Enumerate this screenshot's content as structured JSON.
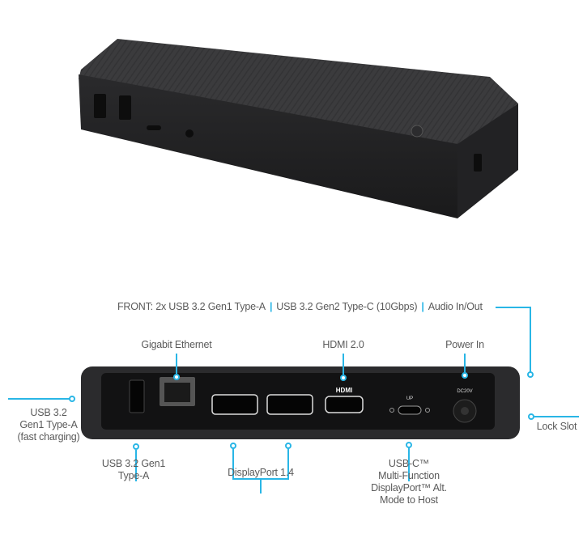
{
  "accent_color": "#29b6e6",
  "callouts": {
    "front": {
      "parts": [
        "FRONT: 2x USB 3.2 Gen1 Type-A",
        "USB 3.2 Gen2 Type-C (10Gbps)",
        "Audio In/Out"
      ]
    },
    "ethernet": "Gigabit Ethernet",
    "hdmi": "HDMI 2.0",
    "power": "Power In",
    "usb_left": {
      "lines": [
        "USB 3.2",
        "Gen1 Type-A",
        "(fast charging)"
      ]
    },
    "lock": "Lock Slot",
    "usb_bottom": {
      "lines": [
        "USB 3.2 Gen1",
        "Type-A"
      ]
    },
    "displayport": "DisplayPort 1.4",
    "usbc": {
      "lines": [
        "USB-C™",
        "Multi-Function",
        "DisplayPort™ Alt.",
        "Mode to Host"
      ]
    }
  },
  "port_markings": {
    "hdmi": "HDMI",
    "dc": "DC20V",
    "up": "UP"
  }
}
